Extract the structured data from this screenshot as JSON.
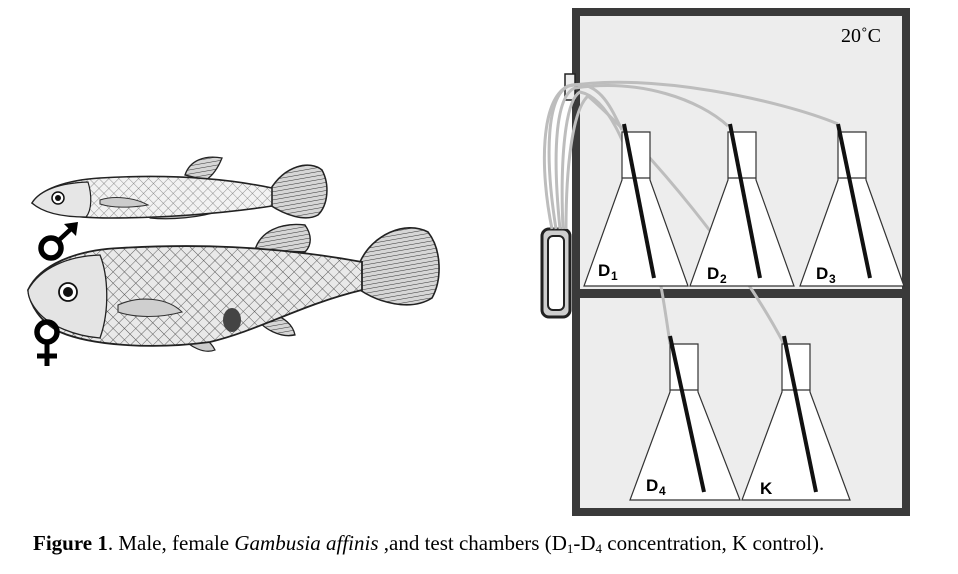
{
  "temperature_label": "20˚C",
  "chambers": [
    {
      "label_main": "D",
      "label_sub": "1"
    },
    {
      "label_main": "D",
      "label_sub": "2"
    },
    {
      "label_main": "D",
      "label_sub": "3"
    },
    {
      "label_main": "D",
      "label_sub": "4"
    },
    {
      "label_main": "K",
      "label_sub": ""
    }
  ],
  "caption": {
    "figure_label": "Figure 1",
    "part1": ". Male, female ",
    "species": "Gambusia affinis",
    "part2": " ,and test chambers (D",
    "sub1": "1",
    "part3": "-D",
    "sub2": "4",
    "part4": " concentration, K control)."
  },
  "symbols": {
    "male": "male-symbol-icon",
    "female": "female-symbol-icon"
  },
  "colors": {
    "chamber_fill": "#ededed",
    "frame": "#3a3a3a",
    "tubing": "#bdbdbd"
  }
}
